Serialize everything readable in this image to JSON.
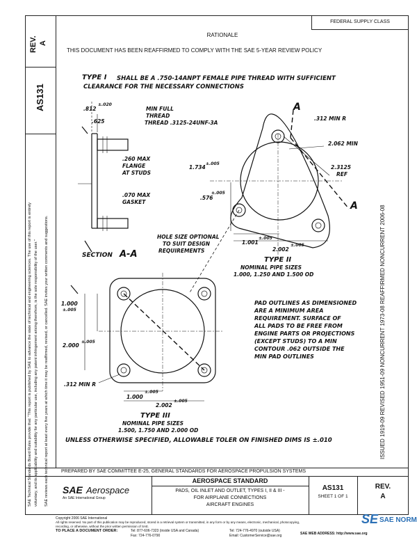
{
  "header": {
    "rev_label": "REV.",
    "rev_value": "A",
    "doc_number": "AS131",
    "federal_supply_class": "FEDERAL SUPPLY CLASS",
    "rationale_title": "RATIONALE",
    "rationale_text": "THIS DOCUMENT HAS BEEN REAFFIRMED TO COMPLY WITH THE SAE 5-YEAR REVIEW POLICY"
  },
  "side_notes": {
    "left_line1": "SAE Technical Standards Board Rules provide that: \"This report is published by SAE to advance the state of technical and engineering sciences. The use of this report is entirely",
    "left_line2": "voluntary, and its applicability and suitability for any particular use, including any patent infringement arising therefrom, is the sole responsibility of the user.\"",
    "left_line3": "SAE reviews each technical report at least every five years at which time it may be reaffirmed, revised, or cancelled. SAE invites your written comments and suggestions.",
    "history": "ISSUED 1919-09    REVISED 1951-09    NONCURRENT 1973-08    REAFFIRMED NONCURRENT 2006-08"
  },
  "drawing": {
    "type1_title": "TYPE I",
    "type1_desc_line1": "SHALL BE A .750-14ANPT FEMALE PIPE THREAD WITH SUFFICIENT",
    "type1_desc_line2": "CLEARANCE FOR THE NECESSARY CONNECTIONS",
    "dim_812": ".812",
    "dim_812_tol": "±.020",
    "dim_625": ".625",
    "min_full_thread_1": "MIN FULL",
    "min_full_thread_2": "THREAD",
    "thread_spec": "THREAD .3125-24UNF-3A",
    "flange_1": ".260 MAX",
    "flange_2": "FLANGE",
    "flange_3": "AT STUDS",
    "gasket_1": ".070 MAX",
    "gasket_2": "GASKET",
    "section_label": "SECTION",
    "section_id": "A-A",
    "section_mark": "A",
    "r312_type2": ".312 MIN R",
    "dim_2062": "2.062 MIN",
    "dim_23125": "2.3125",
    "ref": "REF",
    "dim_1734": "1.734",
    "tol_005": "±.005",
    "dim_576": ".576",
    "dim_1001": "1.001",
    "dim_2002": "2.002",
    "hole_note_1": "HOLE SIZE OPTIONAL",
    "hole_note_2": "TO SUIT DESIGN",
    "hole_note_3": "REQUIREMENTS",
    "type2_title": "TYPE II",
    "type2_sizes_1": "NOMINAL PIPE SIZES",
    "type2_sizes_2": "1.000, 1.250 AND 1.500 OD",
    "dim_1000": "1.000",
    "dim_2000": "2.000",
    "r312_type3": ".312 MIN R",
    "pad_note_1": "PAD OUTLINES AS DIMENSIONED",
    "pad_note_2": "ARE A MINIMUM AREA",
    "pad_note_3": "REQUIREMENT. SURFACE OF",
    "pad_note_4": "ALL PADS TO BE FREE FROM",
    "pad_note_5": "ENGINE PARTS OR PROJECTIONS",
    "pad_note_6": "(EXCEPT STUDS) TO A MIN",
    "pad_note_7": "CONTOUR .062 OUTSIDE THE",
    "pad_note_8": "MIN PAD OUTLINES",
    "type3_title": "TYPE III",
    "type3_sizes_1": "NOMINAL PIPE SIZES",
    "type3_sizes_2": "1.500, 1.750 AND 2.000 OD",
    "tolerance_note": "UNLESS OTHERWISE SPECIFIED, ALLOWABLE TOLER ON FINISHED DIMS IS ±.010"
  },
  "title_block": {
    "prepared_by": "PREPARED BY SAE COMMITTEE E-25, GENERAL STANDARDS FOR AEROSPACE PROPULSION SYSTEMS",
    "logo_sae": "SAE",
    "logo_aerospace": "Aerospace",
    "logo_tagline": "An SAE International Group",
    "standard_type": "AEROSPACE STANDARD",
    "title_line1": "PADS, OIL INLET AND OUTLET, TYPES I, II & III -",
    "title_line2": "FOR AIRPLANE CONNECTIONS",
    "title_line3": "AIRCRAFT ENGINES",
    "doc_number": "AS131",
    "sheet": "SHEET 1 OF 1",
    "rev_label": "REV.",
    "rev_value": "A"
  },
  "footer": {
    "copyright": "Copyright 2006 SAE International",
    "rights": "All rights reserved. No part of this publication may be reproduced, stored in a retrieval system or transmitted, in any form or by any means, electronic, mechanical, photocopying,",
    "rights2": "recording, or otherwise, without the prior written permission of SAE.",
    "order_label": "TO PLACE A DOCUMENT ORDER:",
    "tel1": "Tel: 877-606-7323 (inside USA and Canada)",
    "fax": "Fax: 724-776-0790",
    "tel2": "Tel: 724-776-4970 (outside USA)",
    "email": "Email: CustomerService@sae.org",
    "web": "SAE WEB ADDRESS: http://www.sae.org",
    "watermark": "SAE NORM"
  }
}
